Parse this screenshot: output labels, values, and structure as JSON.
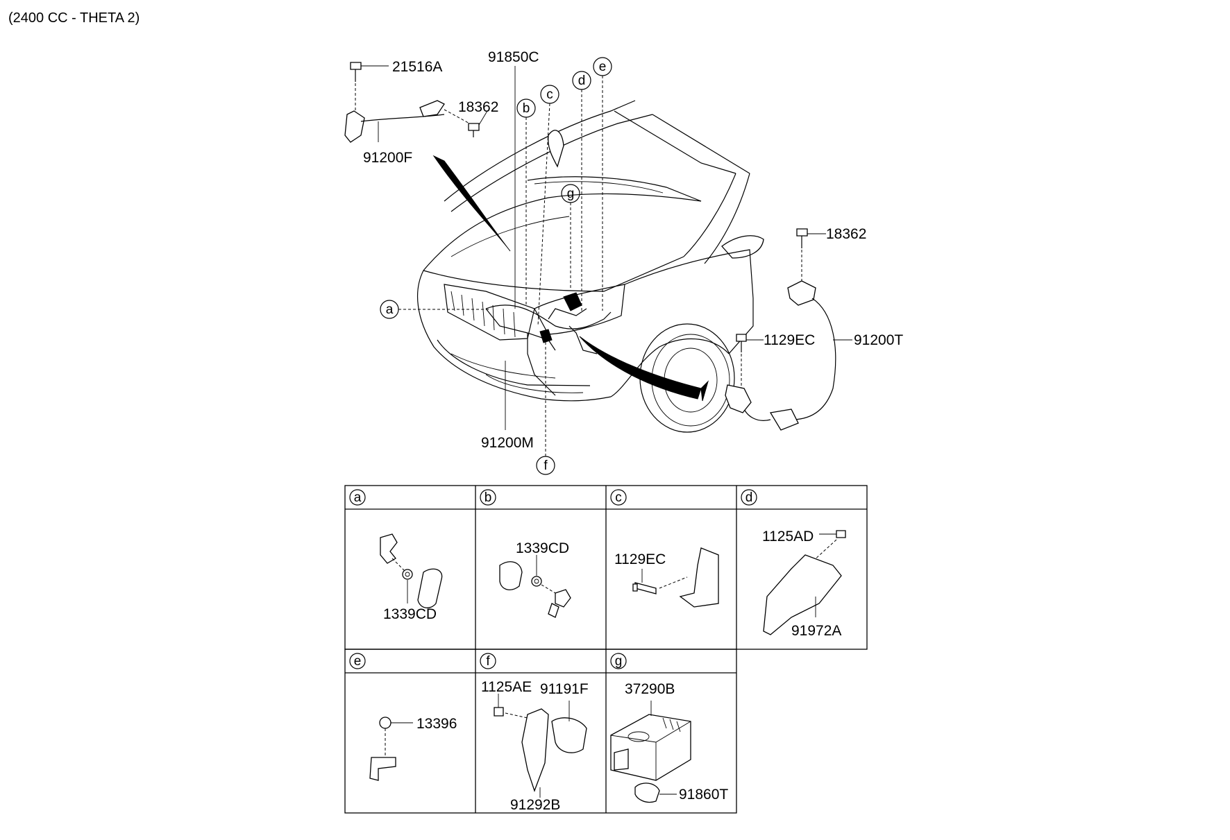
{
  "header": {
    "title": "(2400 CC - THETA 2)"
  },
  "main_labels": {
    "p21516A": "21516A",
    "p18362_top": "18362",
    "p91200F": "91200F",
    "p91850C": "91850C",
    "p18362_right": "18362",
    "p1129EC": "1129EC",
    "p91200T": "91200T",
    "p91200M": "91200M"
  },
  "callouts": {
    "a": "a",
    "b": "b",
    "c": "c",
    "d": "d",
    "e": "e",
    "f": "f",
    "g": "g"
  },
  "detail_panels": [
    {
      "letter": "a",
      "labels": [
        "1339CD"
      ]
    },
    {
      "letter": "b",
      "labels": [
        "1339CD"
      ]
    },
    {
      "letter": "c",
      "labels": [
        "1129EC"
      ]
    },
    {
      "letter": "d",
      "labels": [
        "1125AD",
        "91972A"
      ]
    },
    {
      "letter": "e",
      "labels": [
        "13396"
      ]
    },
    {
      "letter": "f",
      "labels": [
        "1125AE",
        "91191F",
        "91292B"
      ]
    },
    {
      "letter": "g",
      "labels": [
        "37290B",
        "91860T"
      ]
    }
  ]
}
